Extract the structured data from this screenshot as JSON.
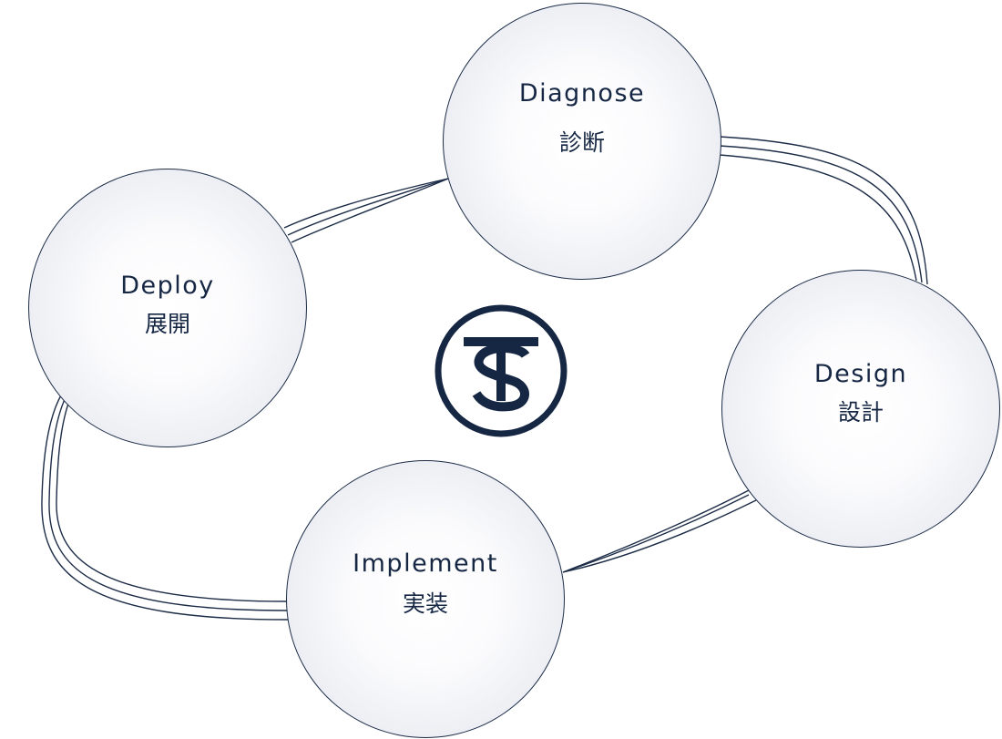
{
  "diagram": {
    "nodes": [
      {
        "id": "diagnose",
        "label": "Diagnose",
        "label_ja": "診断"
      },
      {
        "id": "design",
        "label": "Design",
        "label_ja": "設計"
      },
      {
        "id": "implement",
        "label": "Implement",
        "label_ja": "実装"
      },
      {
        "id": "deploy",
        "label": "Deploy",
        "label_ja": "展開"
      }
    ],
    "center_logo": {
      "icon": "ts-monogram-logo",
      "color": "#162744"
    },
    "colors": {
      "ink": "#162744",
      "node_border": "#1d2d48",
      "node_fill_center": "#ffffff",
      "node_fill_edge": "#d9dce5"
    }
  }
}
